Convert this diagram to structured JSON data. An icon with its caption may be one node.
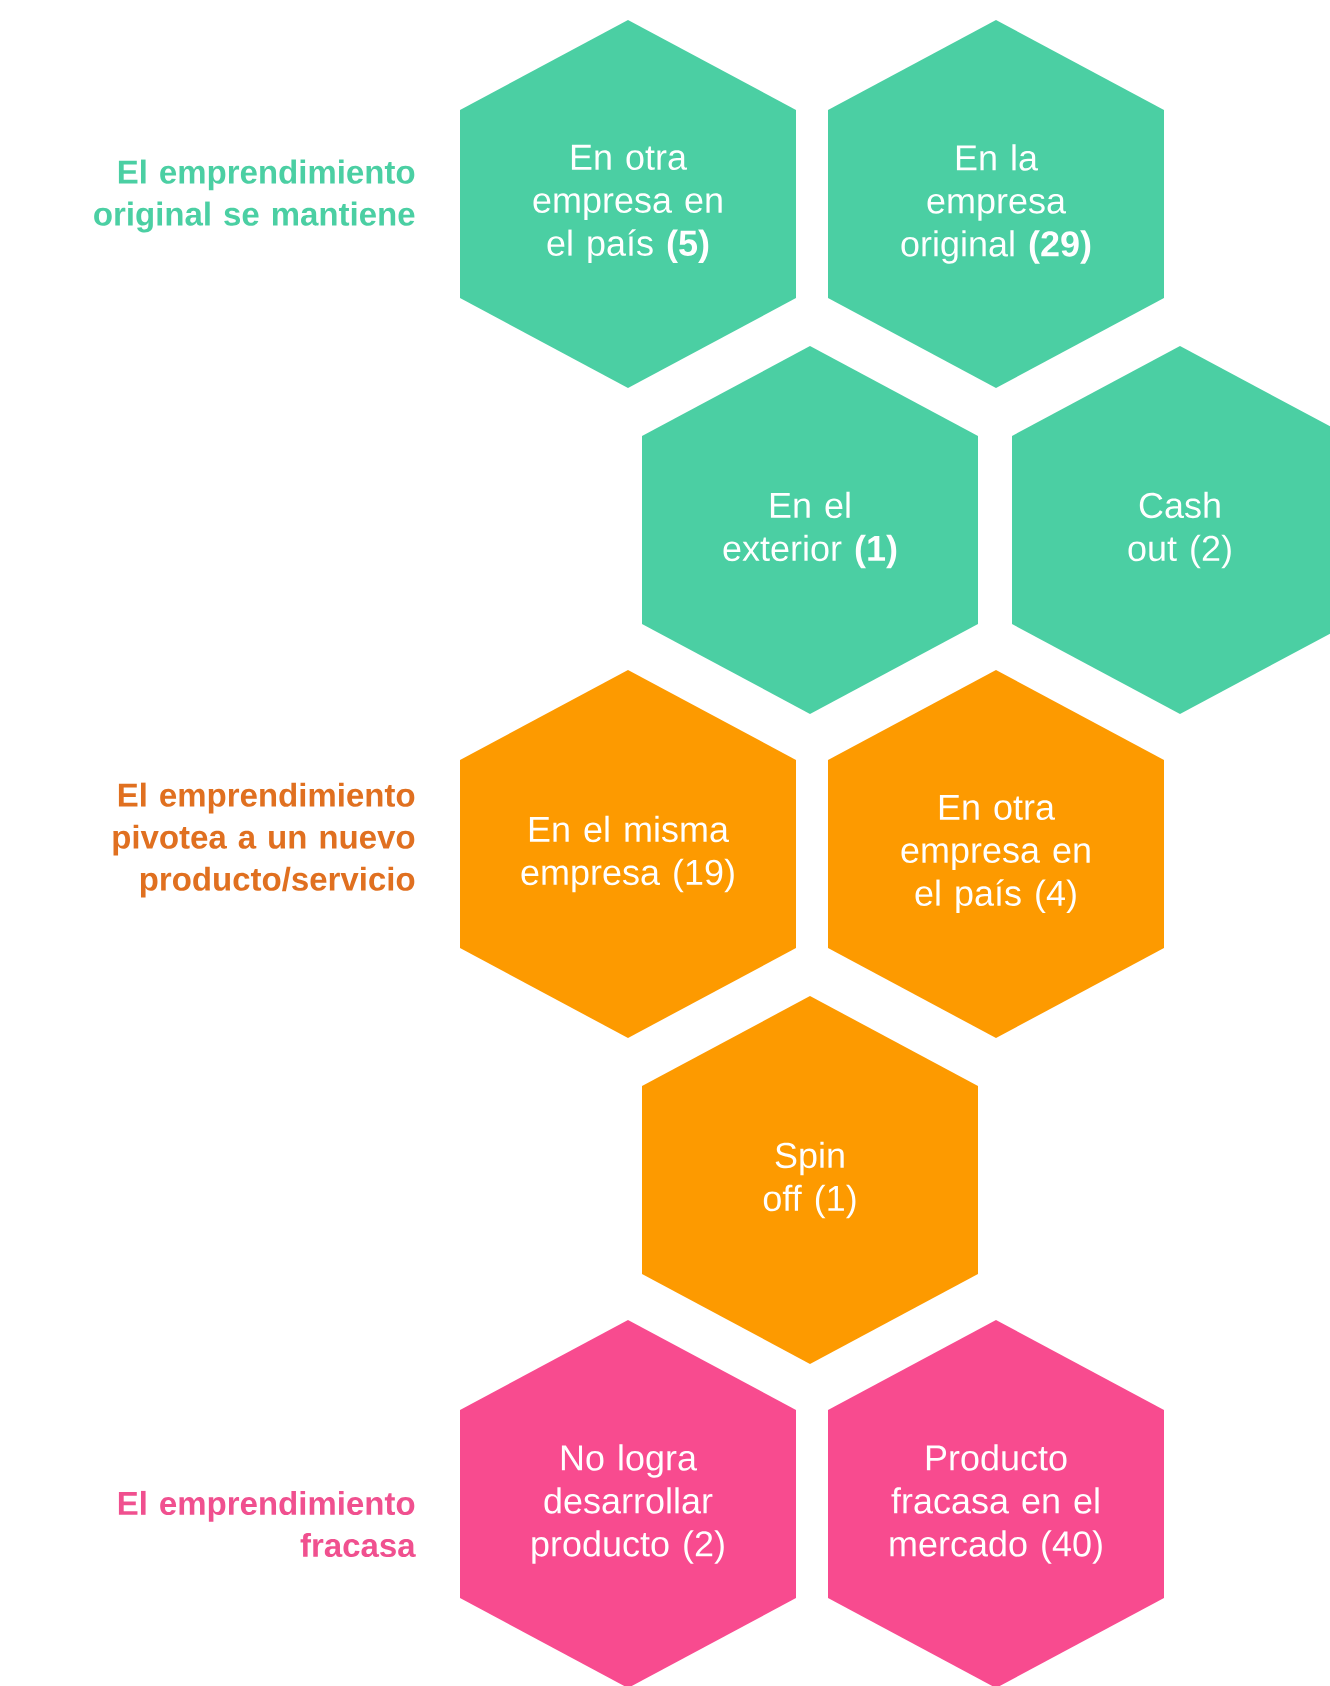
{
  "diagram": {
    "nodes": [
      {
        "text": [
          "En otra empresa en el país **(5)**"
        ]
      },
      {
        "text": [
          "En la empresa original **(29)**"
        ]
      },
      {
        "text": [
          "En el exterior **(1)**"
        ]
      },
      {
        "text": [
          "Cash out (2)"
        ]
      },
      {
        "text": [
          "En el misma empresa (19)"
        ]
      },
      {
        "text": [
          "En otra empresa en el país (4)"
        ]
      },
      {
        "text": [
          "Spin off (1)"
        ]
      },
      {
        "text": [
          "No logra desarrollar producto (2)"
        ]
      },
      {
        "text": [
          "Producto fracasa en el mercado (40)"
        ]
      }
    ],
    "labels": [
      "El emprendimiento original se mantiene",
      "El emprendimiento pivotea a  un nuevo producto/servicio",
      "El emprendimiento fracasa"
    ]
  }
}
